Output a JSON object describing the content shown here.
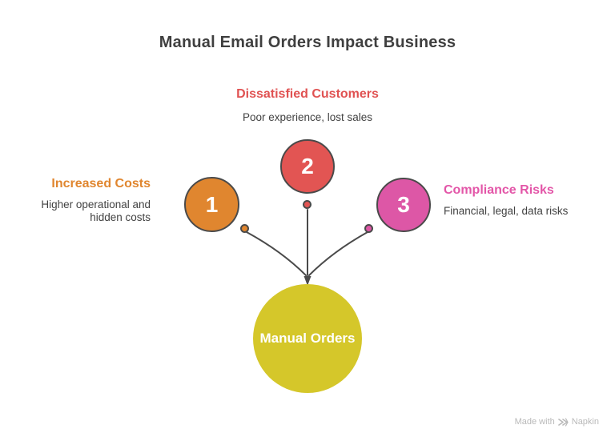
{
  "title": "Manual Email Orders Impact Business",
  "nodes": [
    {
      "number": "1",
      "label": "Increased Costs",
      "description": "Higher operational and hidden costs",
      "color": "#E0862F"
    },
    {
      "number": "2",
      "label": "Dissatisfied Customers",
      "description": "Poor experience, lost sales",
      "color": "#E25553"
    },
    {
      "number": "3",
      "label": "Compliance Risks",
      "description": "Financial, legal, data risks",
      "color": "#DD57A6"
    }
  ],
  "center_node": {
    "label": "Manual Orders",
    "color": "#D5C72A"
  },
  "connector_color": "#4A4A4A",
  "title_color": "#3F3F3F",
  "text_color": "#424242",
  "footer": {
    "made_with": "Made with",
    "brand": "Napkin"
  }
}
